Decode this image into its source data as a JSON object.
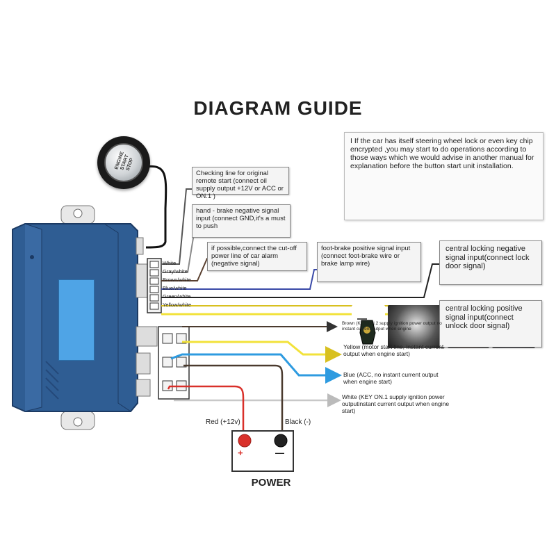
{
  "title": "DIAGRAM GUIDE",
  "start_button": {
    "text": "ENGINE\nSTART\nSTOP"
  },
  "info_box": {
    "text": "I If the car has itself steering wheel lock or even key chip encrypted ,you may start to do operations according to those ways which we would advise in another manual for explanation before the button start unit installation."
  },
  "wire_harness_labels": [
    "White",
    "Gray/white",
    "Brown/white",
    "Blue/white",
    "Green/white",
    "Yellow/white"
  ],
  "signal_boxes": [
    {
      "id": "checking-line",
      "text": "Checking line for original remote start (connect oil supply output +12V or ACC or ON.1 )"
    },
    {
      "id": "hand-brake",
      "text": "hand - brake negative signal input (connect GND,it's a must to push"
    },
    {
      "id": "cut-off",
      "text": "if possible,connect the cut-off power line of car alarm (negative signal)"
    },
    {
      "id": "foot-brake",
      "text": "foot-brake positive signal input (connect foot-brake wire or brake lamp wire)"
    },
    {
      "id": "lock-negative",
      "text": "central locking negative signal input(connect lock door signal)"
    },
    {
      "id": "unlock-positive",
      "text": "central locking positive signal input(connect unlock door signal)"
    }
  ],
  "output_labels": {
    "brown": "Brown (KEY ON.2 supply ignition power output no instant current output when engine",
    "yellow": "Yellow (motor start line, instant current output when engine start)",
    "blue": "Blue (ACC, no instant current output when engine start)",
    "white": "White (KEY ON.1 supply ignition power outputinstant current output when engine start)"
  },
  "power": {
    "title": "POWER",
    "red_label": "Red (+12v)",
    "black_label": "Black (-)",
    "plus": "+",
    "minus": "—"
  },
  "colors": {
    "module_blue": "#2f5d93",
    "lcd_blue": "#4fa4e6",
    "wire_yellow": "#f2e23a",
    "wire_blue": "#2e9be0",
    "wire_red": "#d9302a",
    "wire_brown": "#4a3a2e",
    "wire_white": "#c8c8c8",
    "wire_green": "#222222"
  }
}
